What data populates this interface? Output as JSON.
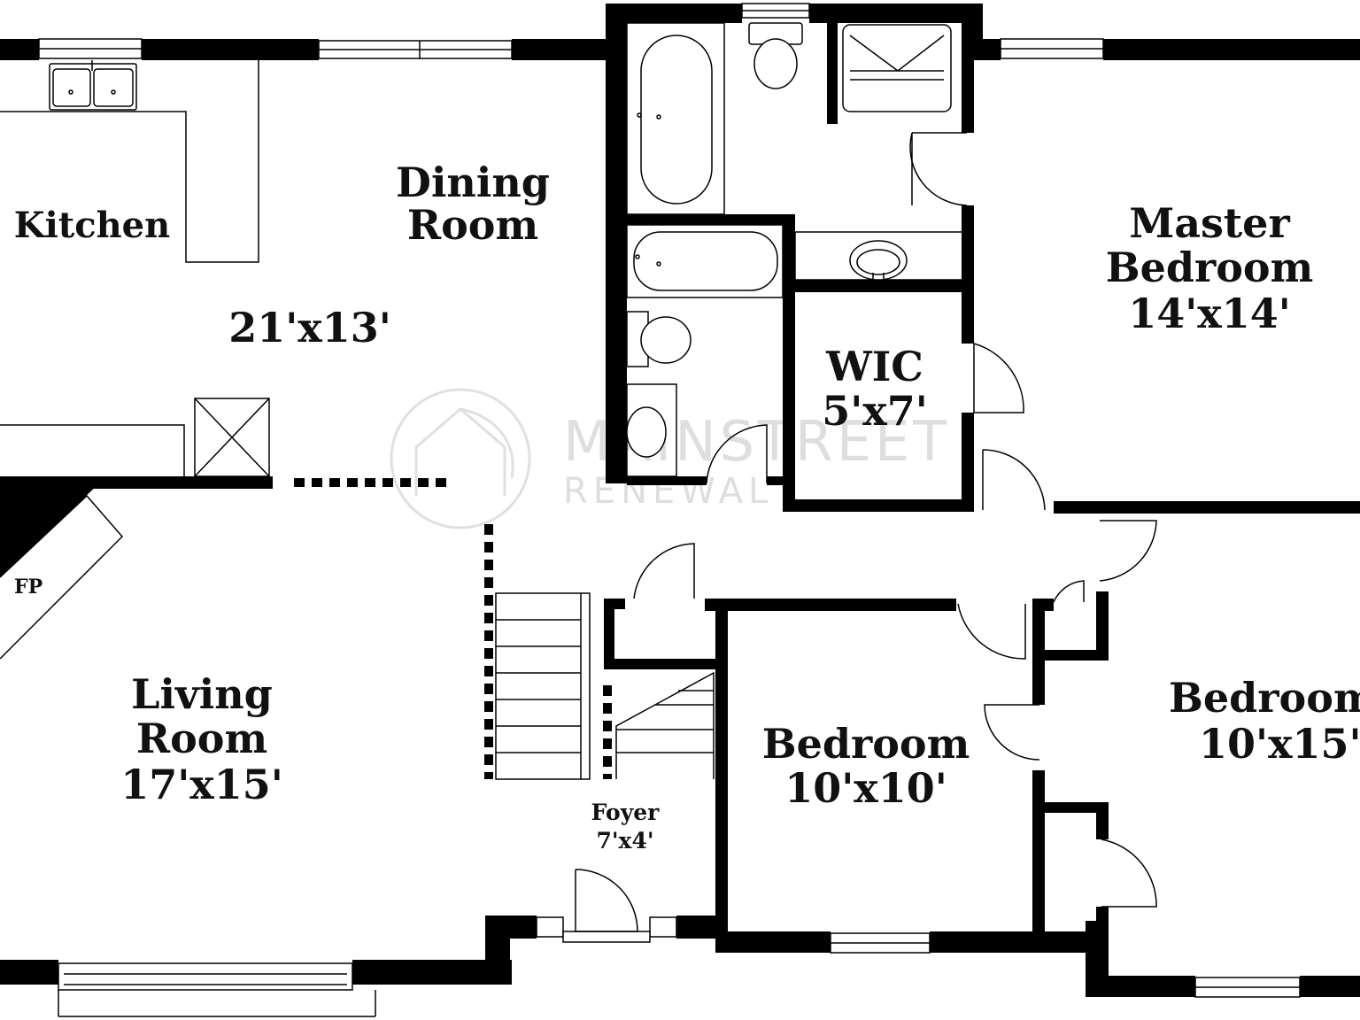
{
  "rooms": {
    "kitchen": {
      "name": "Kitchen"
    },
    "dining": {
      "name_line1": "Dining",
      "name_line2": "Room",
      "size": "21'x13'"
    },
    "master": {
      "name_line1": "Master",
      "name_line2": "Bedroom",
      "size": "14'x14'"
    },
    "wic": {
      "name": "WIC",
      "size": "5'x7'"
    },
    "living": {
      "name_line1": "Living",
      "name_line2": "Room",
      "size": "17'x15'"
    },
    "fireplace": {
      "name": "FP"
    },
    "bedroom_center": {
      "name": "Bedroom",
      "size": "10'x10'"
    },
    "bedroom_right": {
      "name": "Bedroom",
      "size": "10'x15'"
    },
    "foyer": {
      "name": "Foyer",
      "size": "7'x4'"
    }
  },
  "watermark": {
    "line1": "MAINSTREET",
    "line2": "RENEWAL",
    "mark": "®",
    "logo_icon": "house-arrow-logo-icon"
  }
}
